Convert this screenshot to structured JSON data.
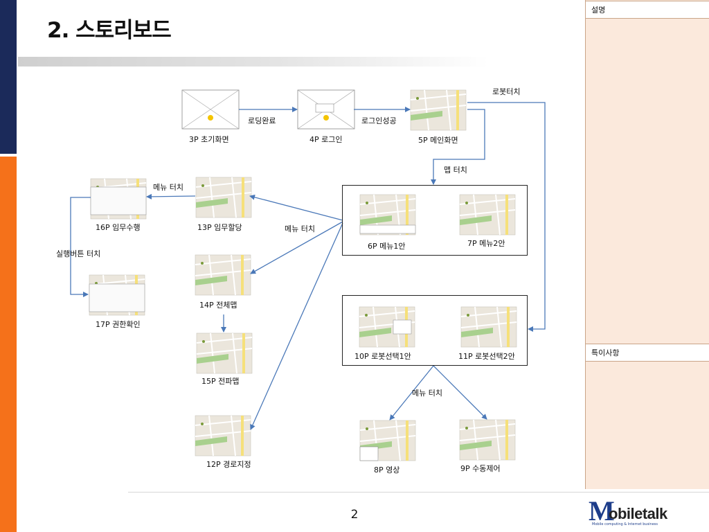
{
  "title": "2. 스토리보드",
  "panel": {
    "notes_label": "설명",
    "remarks_label": "특이사항"
  },
  "page_number": "2",
  "logo": {
    "initial": "M",
    "name": "obiletalk",
    "tagline": "Mobile computing & Internet business"
  },
  "screens": {
    "s3p": "3P 초기화면",
    "s4p": "4P 로그인",
    "s5p": "5P 메인화면",
    "s6p": "6P 메뉴1안",
    "s7p": "7P 메뉴2안",
    "s10p": "10P 로봇선택1안",
    "s11p": "11P 로봇선택2안",
    "s13p": "13P 임무할당",
    "s16p": "16P 임무수행",
    "s17p": "17P 권한확인",
    "s14p": "14P 전체맵",
    "s15p": "15P 전파맵",
    "s12p": "12P 경로지정",
    "s8p": "8P 영상",
    "s9p": "9P 수동제어"
  },
  "transitions": {
    "loading_done": "로딩완료",
    "login_success": "로그인성공",
    "robot_touch": "로봇터치",
    "map_touch": "맵 터치",
    "menu_touch_16": "메뉴 터치",
    "menu_touch_center": "메뉴 터치",
    "run_button_touch": "실행버튼 터치",
    "menu_touch_bottom": "메뉴 터치"
  },
  "colors": {
    "navy": "#1b2a5a",
    "orange": "#f5711a",
    "panel_bg": "#fbe9dc",
    "arrow": "#4a78b8",
    "map_bg": "#ebe6dc",
    "map_green": "#a9d08e",
    "map_yellow": "#f6e07a"
  }
}
